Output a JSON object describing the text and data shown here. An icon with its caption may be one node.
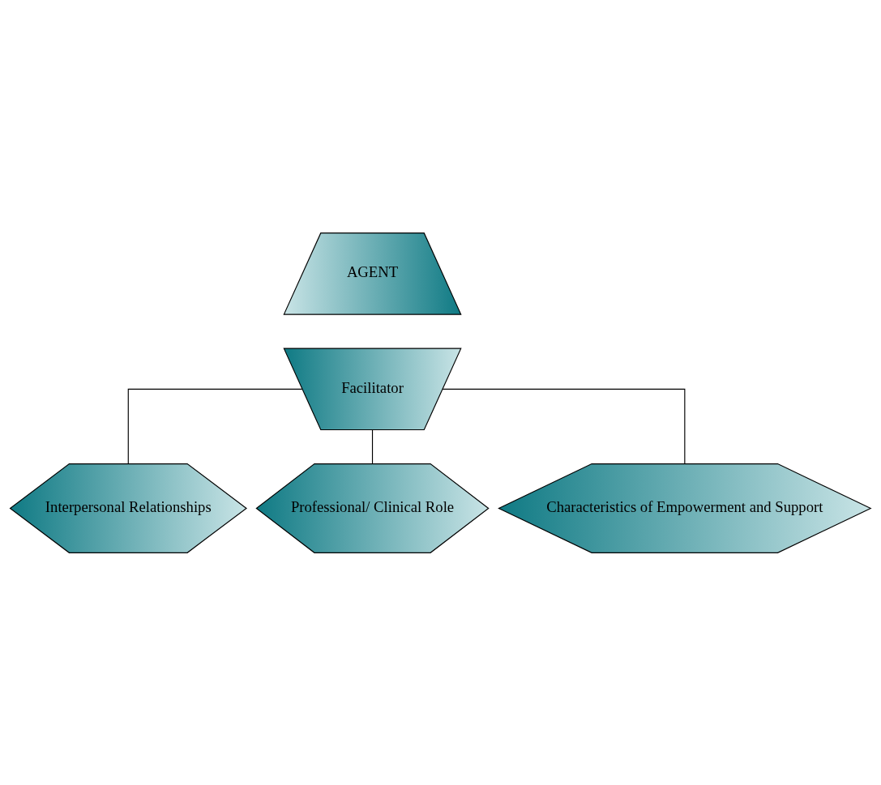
{
  "diagram": {
    "nodes": [
      {
        "text": [
          "AGENT"
        ]
      },
      {
        "text": [
          "Facilitator"
        ]
      },
      {
        "text": [
          "Interpersonal Relationships"
        ]
      },
      {
        "text": [
          "Professional/ Clinical Role"
        ]
      },
      {
        "text": [
          "Characteristics of Empowerment and Support"
        ]
      }
    ],
    "edges": [
      {
        "from": 1,
        "to": 2,
        "arrow": "none"
      },
      {
        "from": 1,
        "to": 3,
        "arrow": "none"
      },
      {
        "from": 1,
        "to": 4,
        "arrow": "none"
      }
    ]
  }
}
